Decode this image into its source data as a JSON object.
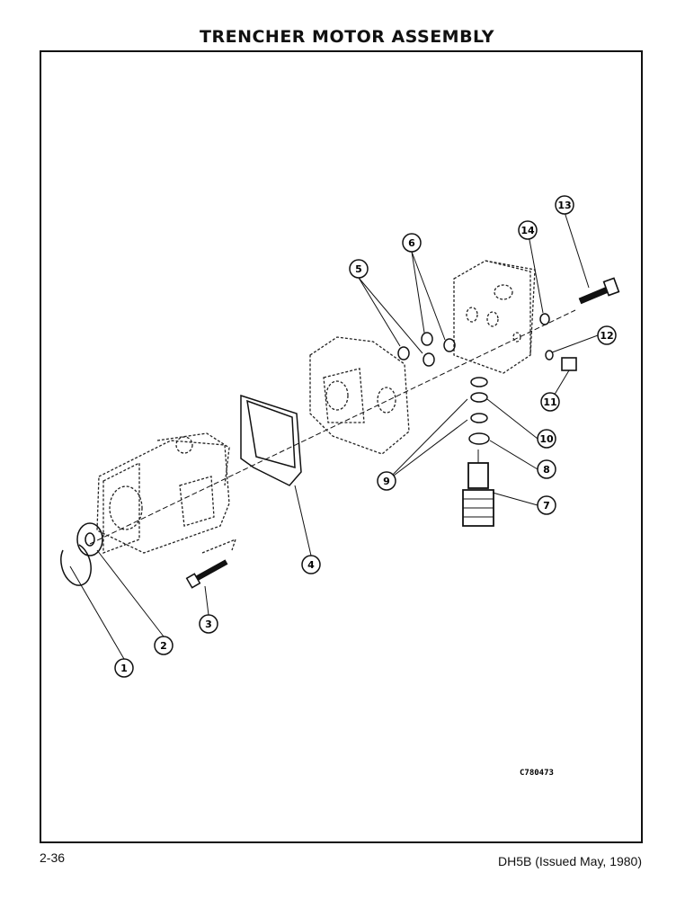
{
  "page": {
    "title": "TRENCHER MOTOR ASSEMBLY",
    "page_number": "2-36",
    "doc_ref": "DH5B (Issued May, 1980)",
    "drawing_code": "C780473"
  },
  "callouts": [
    "1",
    "2",
    "3",
    "4",
    "5",
    "6",
    "7",
    "8",
    "9",
    "10",
    "11",
    "12",
    "13",
    "14"
  ]
}
